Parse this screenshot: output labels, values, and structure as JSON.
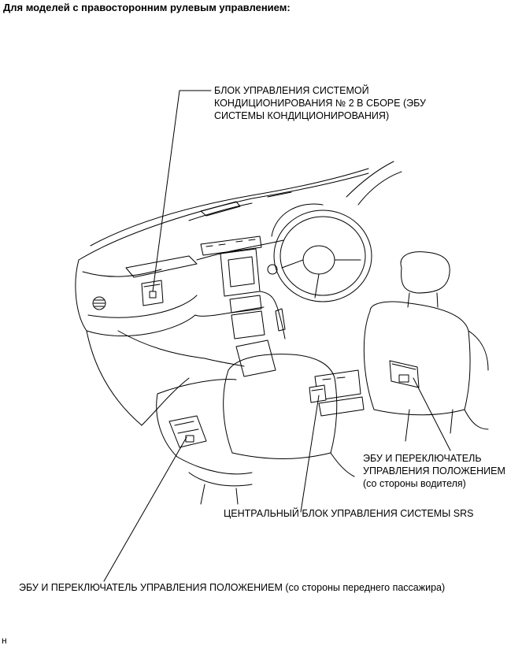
{
  "heading": "Для моделей с правосторонним рулевым управлением:",
  "labels": {
    "ac_ecu": [
      "БЛОК УПРАВЛЕНИЯ СИСТЕМОЙ",
      "КОНДИЦИОНИРОВАНИЯ № 2 В СБОРЕ (ЭБУ",
      "СИСТЕМЫ КОНДИЦИОНИРОВАНИЯ)"
    ],
    "driver_ecu": [
      "ЭБУ И ПЕРЕКЛЮЧАТЕЛЬ",
      "УПРАВЛЕНИЯ ПОЛОЖЕНИЕМ",
      "(со стороны водителя)"
    ],
    "srs_unit": "ЦЕНТРАЛЬНЫЙ БЛОК УПРАВЛЕНИЯ СИСТЕМЫ SRS",
    "passenger_ecu": "ЭБУ И ПЕРЕКЛЮЧАТЕЛЬ УПРАВЛЕНИЯ ПОЛОЖЕНИЕМ (со стороны переднего пассажира)"
  },
  "footer": "н"
}
